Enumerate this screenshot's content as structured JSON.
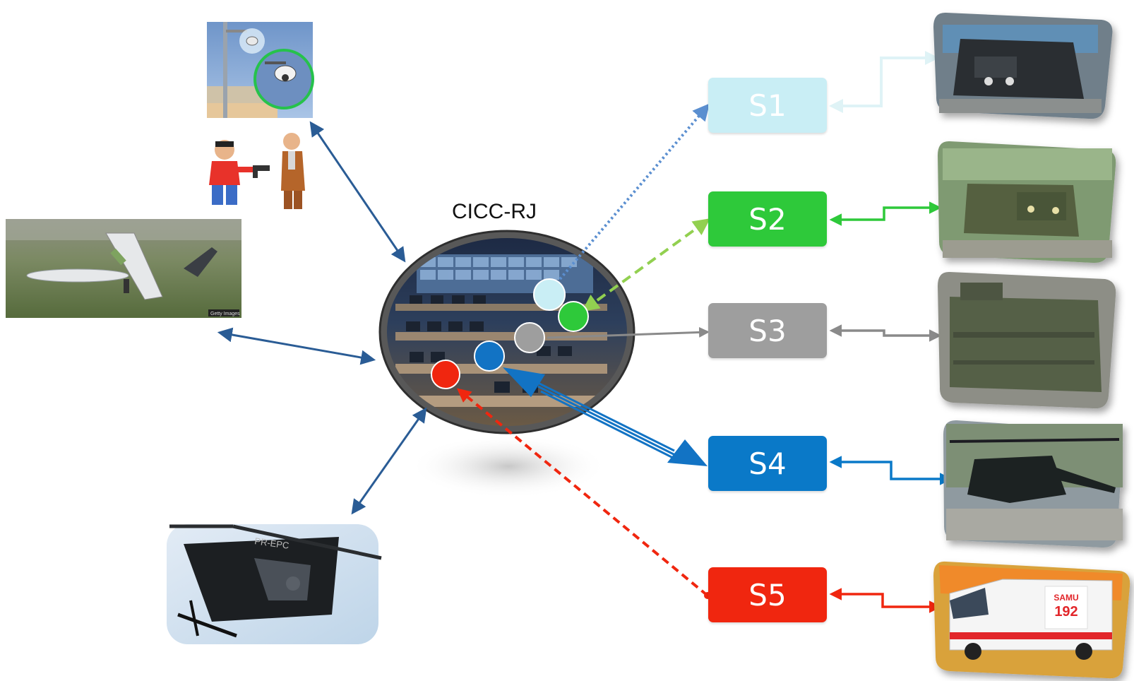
{
  "center": {
    "label": "CICC-RJ"
  },
  "sectors": [
    {
      "id": "S1",
      "label": "S1",
      "color": "#c9eef5",
      "link_style": "dotted",
      "vehicle_icon": "armored-truck-icon"
    },
    {
      "id": "S2",
      "label": "S2",
      "color": "#2ec93a",
      "link_style": "dashed",
      "vehicle_icon": "army-trucks-icon"
    },
    {
      "id": "S3",
      "label": "S3",
      "color": "#9e9e9e",
      "link_style": "solid",
      "vehicle_icon": "amphibious-vehicle-icon"
    },
    {
      "id": "S4",
      "label": "S4",
      "color": "#0a79c8",
      "link_style": "triple-line",
      "vehicle_icon": "military-helicopter-icon"
    },
    {
      "id": "S5",
      "label": "S5",
      "color": "#f0260f",
      "link_style": "dashed",
      "vehicle_icon": "ambulance-icon"
    }
  ],
  "sources": [
    {
      "name": "surveillance-camera",
      "icon": "cctv-camera-icon"
    },
    {
      "name": "robbery-incident",
      "icon": "robbery-cartoon-icon"
    },
    {
      "name": "drone",
      "icon": "uav-drone-icon",
      "caption": "Getty Images"
    },
    {
      "name": "police-helicopter",
      "icon": "police-helicopter-icon",
      "registration": "PR-EPC"
    }
  ],
  "ambulance": {
    "line1": "SAMU",
    "line2": "192"
  },
  "colors": {
    "link_blue": "#2a5c95"
  }
}
